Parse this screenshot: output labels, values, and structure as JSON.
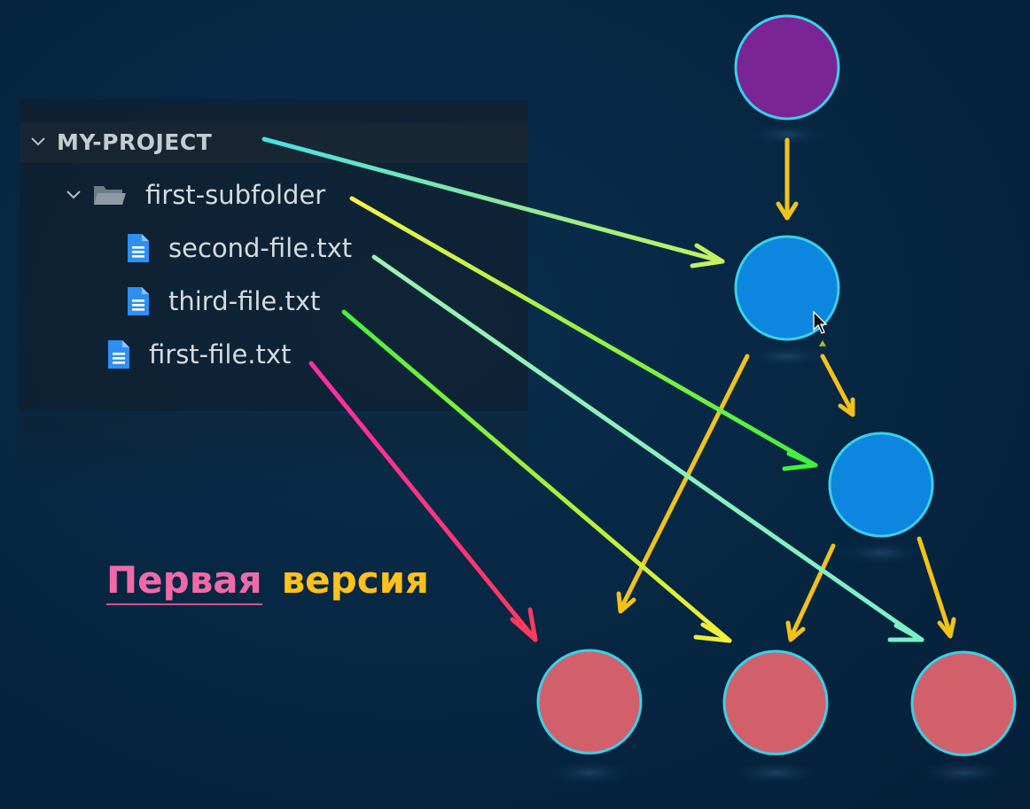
{
  "explorer": {
    "root_label": "MY-PROJECT",
    "items": [
      {
        "label": "first-subfolder",
        "kind": "folder"
      },
      {
        "label": "second-file.txt",
        "kind": "file"
      },
      {
        "label": "third-file.txt",
        "kind": "file"
      },
      {
        "label": "first-file.txt",
        "kind": "file"
      }
    ]
  },
  "caption": {
    "word_1": "Первая",
    "word_2": "версия"
  },
  "colors": {
    "commit_node": "#7a2496",
    "tree_node": "#0c86de",
    "blob_node": "#d2606a",
    "node_stroke": "#3ad0e8",
    "tree_edge": "#f2c21a",
    "file_icon": "#2f8ff0",
    "folder_icon": "#8f9ba4"
  },
  "diagram": {
    "nodes": [
      {
        "id": "commit",
        "kind": "commit"
      },
      {
        "id": "tree-root",
        "kind": "tree"
      },
      {
        "id": "tree-sub",
        "kind": "tree"
      },
      {
        "id": "blob-first-file",
        "kind": "blob"
      },
      {
        "id": "blob-third-file",
        "kind": "blob"
      },
      {
        "id": "blob-second-file",
        "kind": "blob"
      }
    ],
    "edges": [
      {
        "from": "commit",
        "to": "tree-root"
      },
      {
        "from": "tree-root",
        "to": "tree-sub"
      },
      {
        "from": "tree-root",
        "to": "blob-first-file"
      },
      {
        "from": "tree-sub",
        "to": "blob-third-file"
      },
      {
        "from": "tree-sub",
        "to": "blob-second-file"
      }
    ],
    "mappings": [
      {
        "from": "MY-PROJECT",
        "to": "tree-root",
        "color_start": "#46e0e8",
        "color_end": "#c8f35a"
      },
      {
        "from": "first-subfolder",
        "to": "tree-sub",
        "color_start": "#f6f24a",
        "color_end": "#3ef040"
      },
      {
        "from": "second-file.txt",
        "to": "blob-second-file",
        "color_start": "#9ef0b0",
        "color_end": "#7af0c8"
      },
      {
        "from": "third-file.txt",
        "to": "blob-third-file",
        "color_start": "#48f040",
        "color_end": "#f6f038"
      },
      {
        "from": "first-file.txt",
        "to": "blob-first-file",
        "color_start": "#ff2fa8",
        "color_end": "#ff3a58"
      }
    ]
  }
}
